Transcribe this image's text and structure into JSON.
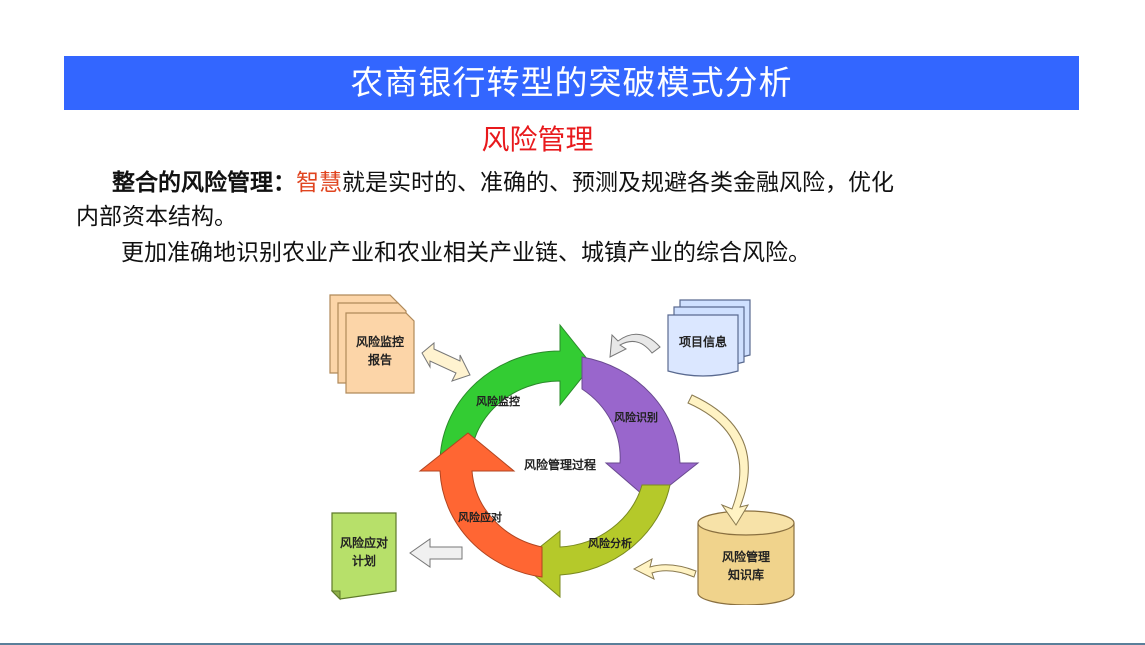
{
  "header": {
    "title": "农商银行转型的突破模式分析"
  },
  "subtitle": "风险管理",
  "paragraph1": {
    "lead": "整合的风险管理：",
    "highlight": "智慧",
    "rest_line1": "就是实时的、准确的、预测及规避各类金融风险，优化",
    "rest_line2": "内部资本结构。"
  },
  "paragraph2": "更加准确地识别农业产业和农业相关产业链、城镇产业的综合风险。",
  "diagram": {
    "center": "风险管理过程",
    "cycle": [
      "风险监控",
      "风险识别",
      "风险分析",
      "风险应对"
    ],
    "report_doc": {
      "line1": "风险监控",
      "line2": "报告"
    },
    "project_doc": "项目信息",
    "plan_doc": {
      "line1": "风险应对",
      "line2": "计划"
    },
    "knowledge_db": {
      "line1": "风险管理",
      "line2": "知识库"
    },
    "colors": {
      "monitor": "#33cc33",
      "identify": "#9966cc",
      "analyze": "#b5c92a",
      "respond": "#ff6633",
      "doc_orange": "#fcd5a8",
      "doc_blue": "#cfe0ff",
      "doc_green": "#b7e06a",
      "db": "#f0d38c"
    }
  }
}
